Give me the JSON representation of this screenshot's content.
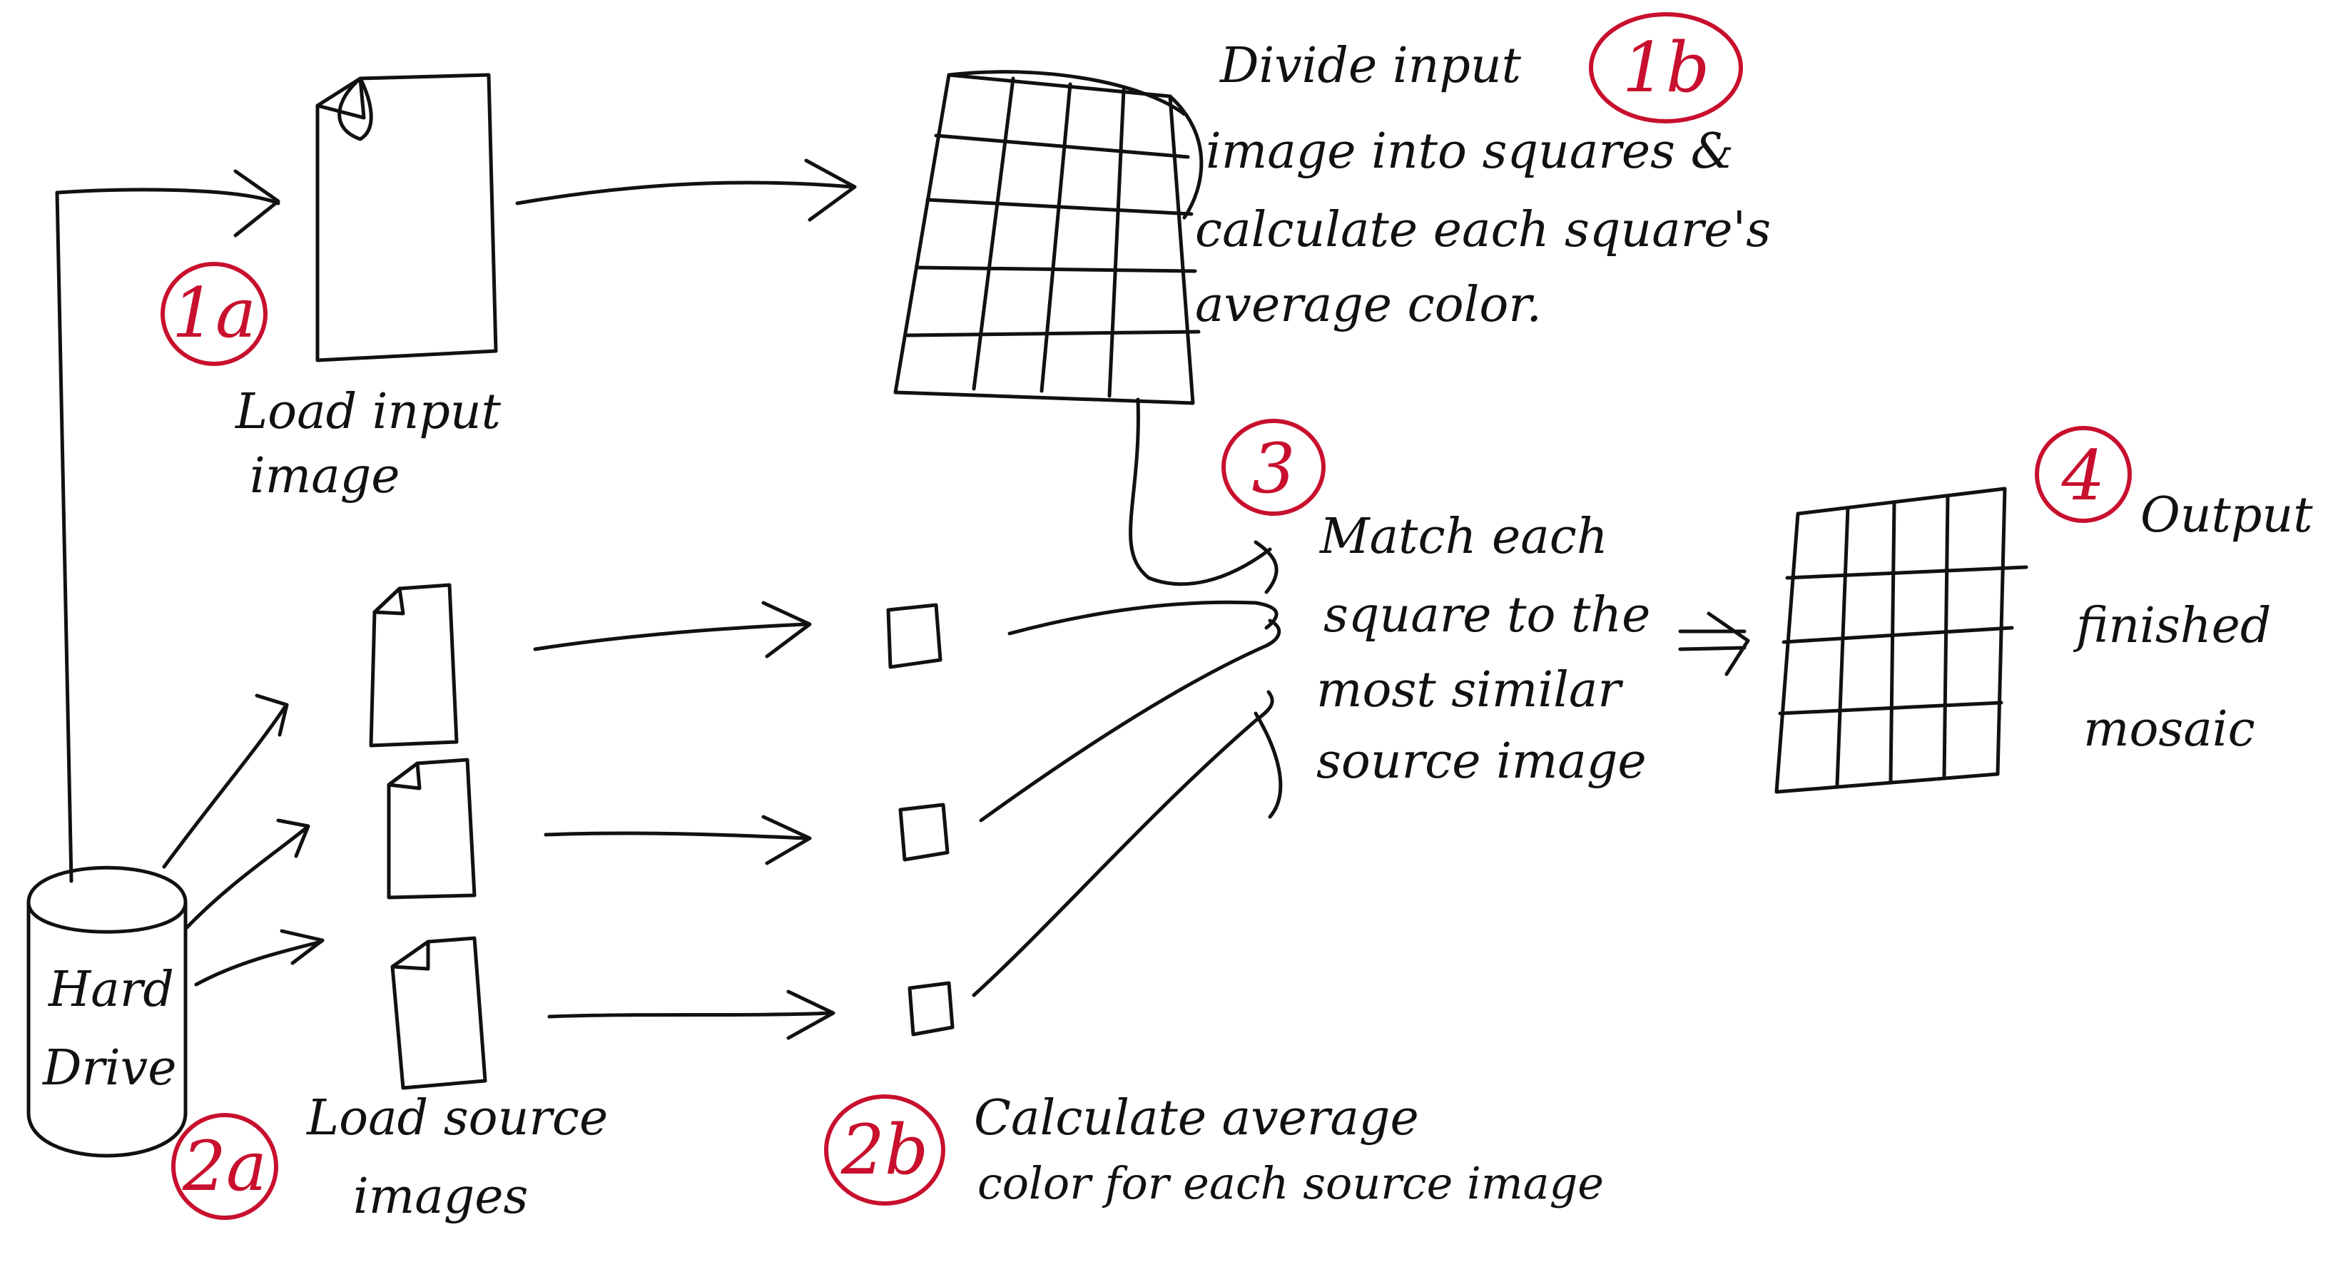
{
  "badges": {
    "b1a": "1a",
    "b1b": "1b",
    "b2a": "2a",
    "b2b": "2b",
    "b3": "3",
    "b4": "4"
  },
  "labels": {
    "load_input": [
      "Load input",
      "image"
    ],
    "divide": [
      "Divide input",
      "image into squares &",
      "calculate each square's",
      "average color."
    ],
    "hard_drive": [
      "Hard",
      "Drive"
    ],
    "load_source": [
      "Load source",
      "images"
    ],
    "calc_avg": [
      "Calculate average",
      "color for each source image"
    ],
    "match": [
      "Match each",
      "square to the",
      "most similar",
      "source image"
    ],
    "output": [
      "Output",
      "finished",
      "mosaic"
    ]
  },
  "colors": {
    "ink": "#111111",
    "badge": "#c8102e",
    "background": "#ffffff"
  }
}
